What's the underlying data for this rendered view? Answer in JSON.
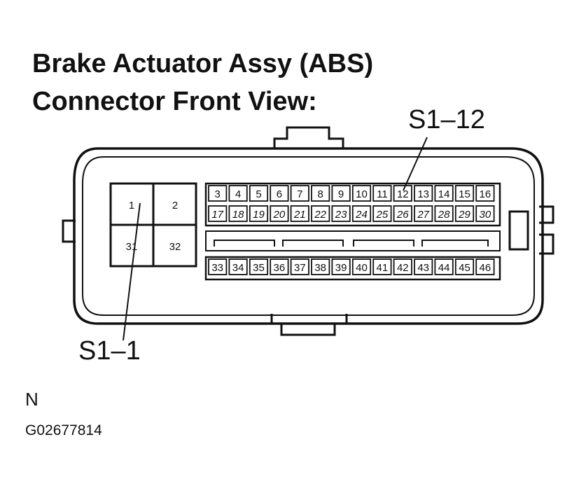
{
  "title": {
    "line1": "Brake Actuator Assy (ABS)",
    "line2": "Connector Front View:"
  },
  "callouts": {
    "top_right": "S1–12",
    "bottom_left": "S1–1"
  },
  "footer": {
    "label": "N",
    "figure_id": "G02677814"
  },
  "connector": {
    "large_pins": [
      "1",
      "2",
      "31",
      "32"
    ],
    "row_top": [
      "3",
      "4",
      "5",
      "6",
      "7",
      "8",
      "9",
      "10",
      "11",
      "12",
      "13",
      "14",
      "15",
      "16"
    ],
    "row_middle": [
      "17",
      "18",
      "19",
      "20",
      "21",
      "22",
      "23",
      "24",
      "25",
      "26",
      "27",
      "28",
      "29",
      "30"
    ],
    "row_bottom": [
      "33",
      "34",
      "35",
      "36",
      "37",
      "38",
      "39",
      "40",
      "41",
      "42",
      "43",
      "44",
      "45",
      "46"
    ]
  }
}
